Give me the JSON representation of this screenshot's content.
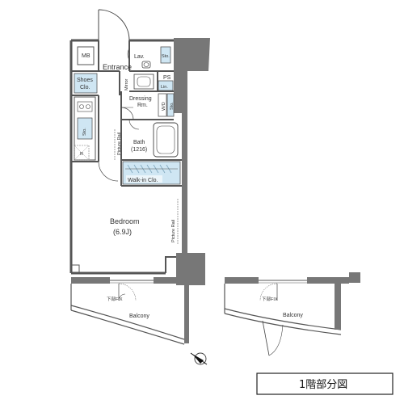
{
  "labels": {
    "mb": "MB",
    "entrance": "Entrance",
    "lav": "Lav.",
    "sto_lav": "Sto.",
    "ps": "PS",
    "lin": "Lin.",
    "mirror": "Mirror",
    "shoes_line1": "Shoes",
    "shoes_line2": "Clo.",
    "dressing_line1": "Dressing",
    "dressing_line2": "Rm.",
    "wd": "W/D",
    "sto_dress": "Sto.",
    "sto_kitchen": "Sto.",
    "kitchen_r": "R",
    "picture_rail_1": "Picture Rail",
    "bath_line1": "Bath",
    "bath_line2": "(1216)",
    "walkin": "Walk-in Clo.",
    "bedroom_line1": "Bedroom",
    "bedroom_line2": "(6.9J)",
    "picture_rail_2": "Picture Rail",
    "fix_left": "下部FIX",
    "balcony_left": "Balcony",
    "fix_right": "下部FIX",
    "balcony_right": "Balcony",
    "caption": "1階部分図"
  },
  "colors": {
    "wall": "#555555",
    "pillar": "#777777",
    "closet_blue": "#cfe6f3",
    "line": "#444444",
    "caption_border": "#222222"
  }
}
